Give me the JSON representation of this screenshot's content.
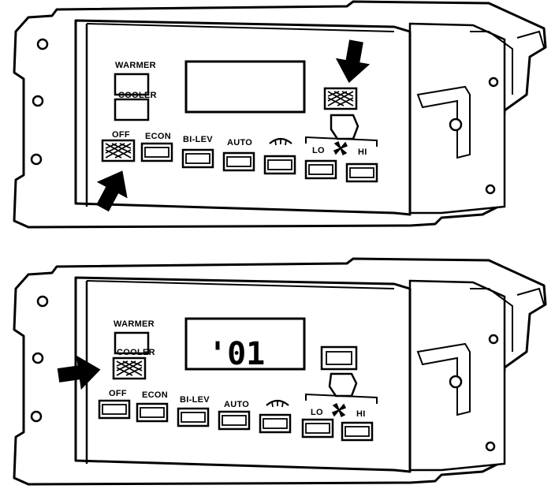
{
  "panels": [
    {
      "id": "top",
      "labels": {
        "warmer": "WARMER",
        "cooler": "COOLER",
        "off": "OFF",
        "econ": "ECON",
        "bilev": "BI-LEV",
        "auto": "AUTO",
        "lo": "LO",
        "hi": "HI"
      },
      "display_text": ""
    },
    {
      "id": "bottom",
      "labels": {
        "warmer": "WARMER",
        "cooler": "COOLER",
        "off": "OFF",
        "econ": "ECON",
        "bilev": "BI-LEV",
        "auto": "AUTO",
        "lo": "LO",
        "hi": "HI"
      },
      "display_text": "'01"
    }
  ],
  "icons": {
    "defrost": "defrost-icon",
    "fan": "fan-icon",
    "arrow": "pointer-arrow-icon"
  },
  "colors": {
    "ink": "#000000",
    "paper": "#ffffff"
  }
}
